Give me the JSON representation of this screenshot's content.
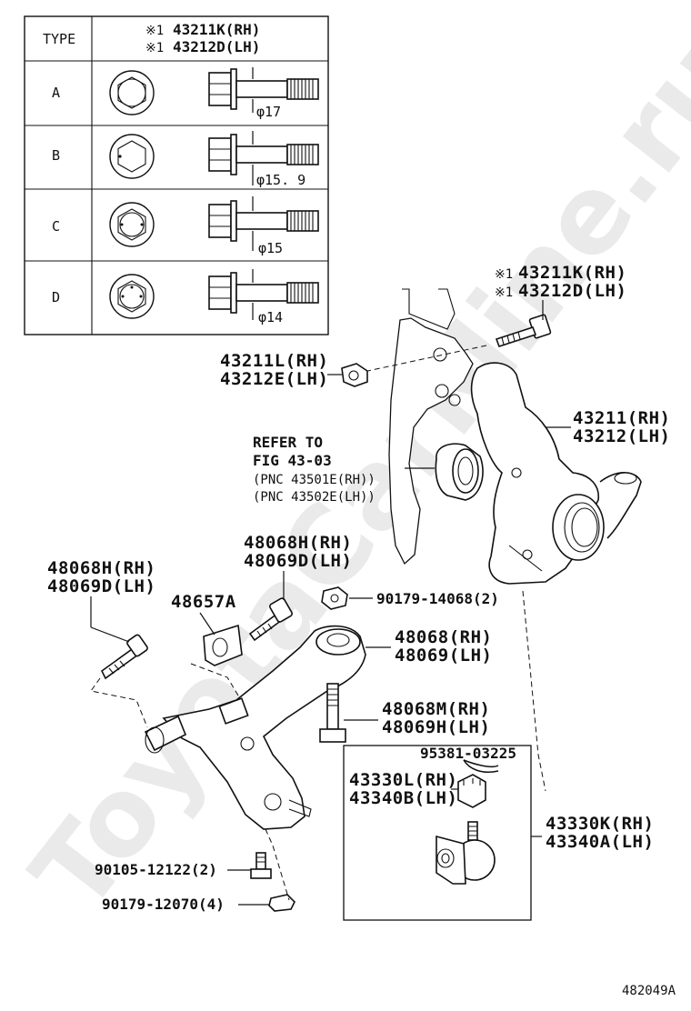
{
  "watermark": "ToyotaCarMine.ru",
  "figure_number": "482049A",
  "bolt_table": {
    "header_type": "TYPE",
    "header_parts": [
      {
        "mark": "※1",
        "part": "43211K(RH)"
      },
      {
        "mark": "※1",
        "part": "43212D(LH)"
      }
    ],
    "rows": [
      {
        "type": "A",
        "diameter": "φ17"
      },
      {
        "type": "B",
        "diameter": "φ15. 9"
      },
      {
        "type": "C",
        "diameter": "φ15"
      },
      {
        "type": "D",
        "diameter": "φ14"
      }
    ]
  },
  "callouts": {
    "bolt_top_mark1": "※1",
    "bolt_top_line1": "43211K(RH)",
    "bolt_top_mark2": "※1",
    "bolt_top_line2": "43212D(LH)",
    "nut_line1": "43211L(RH)",
    "nut_line2": "43212E(LH)",
    "knuckle_line1": "43211(RH)",
    "knuckle_line2": "43212(LH)",
    "refer_line1": "REFER TO",
    "refer_line2": "FIG 43-03",
    "refer_line3": "(PNC 43501E(RH))",
    "refer_line4": "(PNC 43502E(LH))",
    "rear_bolt_line1": "48068H(RH)",
    "rear_bolt_line2": "48069D(LH)",
    "front_bolt_line1": "48068H(RH)",
    "front_bolt_line2": "48069D(LH)",
    "bracket": "48657A",
    "nut_90179_14068": "90179-14068(2)",
    "arm_line1": "48068(RH)",
    "arm_line2": "48069(LH)",
    "arm_bolt_line1": "48068M(RH)",
    "arm_bolt_line2": "48069H(LH)",
    "cotter_pin": "95381-03225",
    "ballnut_line1": "43330L(RH)",
    "ballnut_line2": "43340B(LH)",
    "balljoint_line1": "43330K(RH)",
    "balljoint_line2": "43340A(LH)",
    "bolt_90105": "90105-12122(2)",
    "nut_90179_12070": "90179-12070(4)"
  }
}
